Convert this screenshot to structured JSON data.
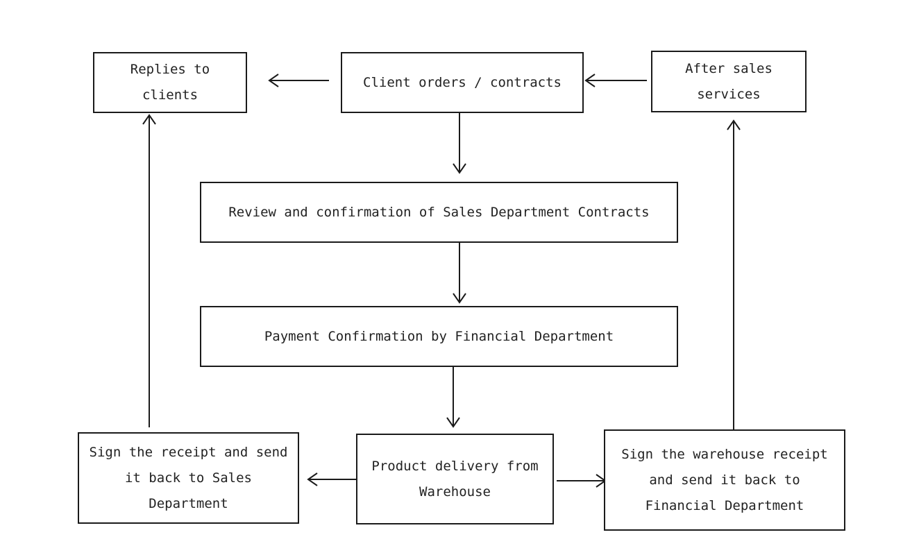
{
  "nodes": {
    "replies": "Replies to\nclients",
    "client_orders": "Client orders / contracts",
    "after_sales": "After sales\nservices",
    "review": "Review and confirmation of Sales Department Contracts",
    "payment": "Payment Confirmation by Financial Department",
    "sign_sales": "Sign the receipt and send\nit back to Sales\nDepartment",
    "delivery": "Product delivery from\nWarehouse",
    "sign_financial": "Sign the warehouse receipt\nand send it back to\nFinancial Department"
  }
}
